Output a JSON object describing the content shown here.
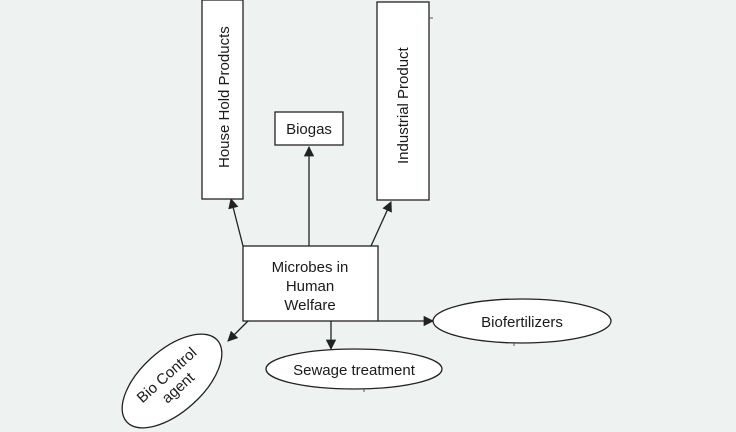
{
  "diagram": {
    "nodes": {
      "center": {
        "line1": "Microbes in",
        "line2": "Human",
        "line3": "Welfare"
      },
      "household": {
        "label": "House Hold Products"
      },
      "biogas": {
        "label": "Biogas"
      },
      "industrial": {
        "label": "Industrial Product"
      },
      "biofertilizers": {
        "label": "Biofertilizers"
      },
      "sewage": {
        "label": "Sewage treatment"
      },
      "biocontrol": {
        "line1": "Bio Control",
        "line2": "agent"
      }
    }
  },
  "colors": {
    "background": "#eef3f2",
    "stroke": "#222222",
    "node_fill": "#ffffff"
  }
}
